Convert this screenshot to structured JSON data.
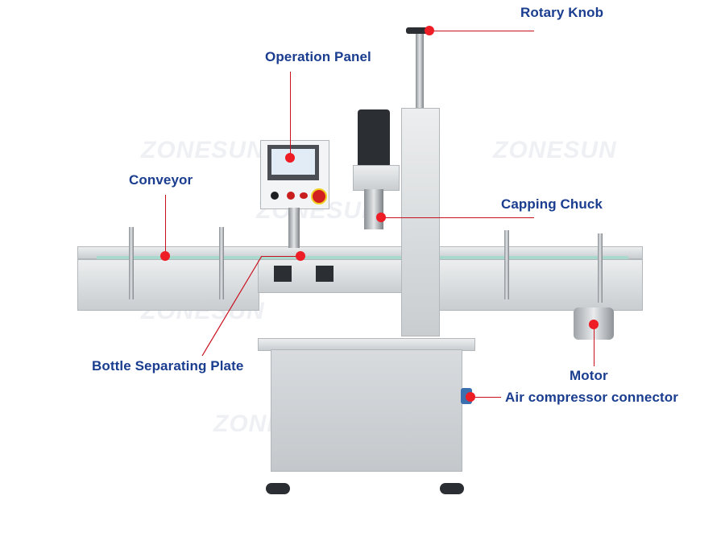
{
  "watermark": "ZONESUN",
  "accent_colors": {
    "label_text": "#1a3d8f",
    "pointer_line": "#c8101e",
    "pointer_dot": "#ee1c25"
  },
  "callouts": [
    {
      "id": "rotary-knob",
      "label": "Rotary Knob"
    },
    {
      "id": "operation-panel",
      "label": "Operation Panel"
    },
    {
      "id": "conveyor",
      "label": "Conveyor"
    },
    {
      "id": "capping-chuck",
      "label": "Capping Chuck"
    },
    {
      "id": "bottle-separating-plate",
      "label": "Bottle Separating Plate"
    },
    {
      "id": "motor",
      "label": "Motor"
    },
    {
      "id": "air-compressor-connector",
      "label": "Air compressor connector"
    }
  ]
}
